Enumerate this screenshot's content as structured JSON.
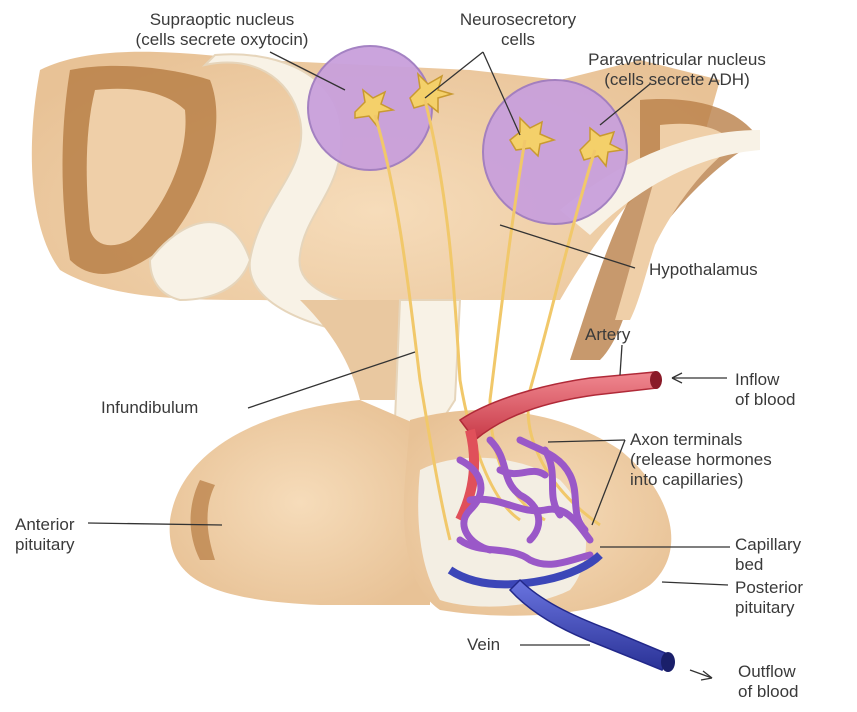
{
  "labels": {
    "supraoptic": {
      "line1": "Supraoptic nucleus",
      "line2": "(cells secrete oxytocin)"
    },
    "neurosecretory": {
      "line1": "Neurosecretory",
      "line2": "cells"
    },
    "paraventricular": {
      "line1": "Paraventricular nucleus",
      "line2": "(cells secrete ADH)"
    },
    "hypothalamus": "Hypothalamus",
    "artery": "Artery",
    "inflow": {
      "line1": "Inflow",
      "line2": "of blood"
    },
    "infundibulum": "Infundibulum",
    "axon_terminals": {
      "line1": "Axon terminals",
      "line2": "(release hormones",
      "line3": "into capillaries)"
    },
    "anterior_pituitary": {
      "line1": "Anterior",
      "line2": "pituitary"
    },
    "capillary_bed": {
      "line1": "Capillary",
      "line2": "bed"
    },
    "posterior_pituitary": {
      "line1": "Posterior",
      "line2": "pituitary"
    },
    "vein": "Vein",
    "outflow": {
      "line1": "Outflow",
      "line2": "of blood"
    }
  },
  "colors": {
    "tissue": "#efcfa8",
    "tissue_dark": "#b07a3e",
    "posterior_lobe": "#f3eee3",
    "nucleus": "#c9a0dc",
    "neuron": "#f4d06a",
    "artery": "#e0505a",
    "capillary": "#9a58c8",
    "vein": "#3c46b8"
  }
}
